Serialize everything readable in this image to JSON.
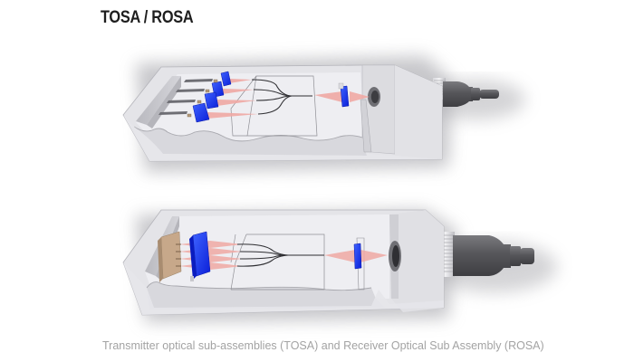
{
  "page": {
    "title": "TOSA / ROSA",
    "caption": "Transmitter optical sub-assemblies (TOSA) and Receiver Optical Sub Assembly (ROSA)"
  },
  "figure": {
    "panels": [
      {
        "id": "tosa",
        "label": "TOSA",
        "description": "Transmitter optical sub-assembly cutaway: four laser sources with individual blue lenses, four waveguides merging into one, output lens and fiber connector",
        "components": [
          "housing",
          "laser-chips x4",
          "lens-blocks x4",
          "optical-beams x4",
          "waveguide-combiner",
          "output-lens",
          "fiber-receptacle",
          "fiber-connector"
        ]
      },
      {
        "id": "rosa",
        "label": "ROSA",
        "description": "Receiver optical sub-assembly cutaway: photodiode array on tan submount, single blue lens array, waveguide demultiplexer, input lens and fiber connector",
        "components": [
          "housing",
          "photodiode-array",
          "lens-array",
          "optical-beams x4",
          "waveguide-splitter",
          "input-lens",
          "fiber-receptacle",
          "fiber-connector"
        ]
      }
    ],
    "colors": {
      "housing": "#e6e6ea",
      "housing_shade": "#c9c9cf",
      "lens_blue": "#1a3cff",
      "beam_pink": "#f1a7a3",
      "submount_tan": "#c7a88a",
      "connector_gray": "#5a5a5e",
      "title": "#1e1e1e",
      "caption": "#a3a3a3"
    }
  }
}
